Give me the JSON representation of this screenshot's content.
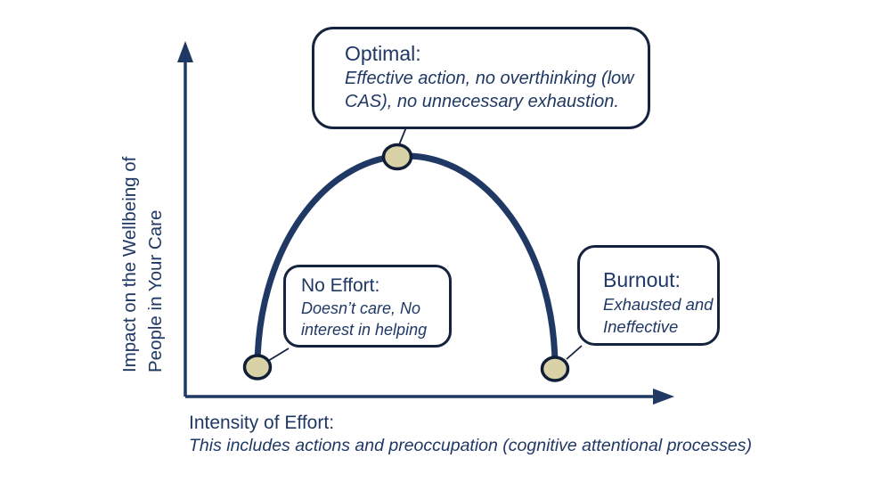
{
  "colors": {
    "navy_text": "#1f3864",
    "line": "#203864",
    "border": "#16233f",
    "marker_fill": "#d8d2a6",
    "marker_stroke": "#101e38",
    "background": "#ffffff"
  },
  "y_axis": {
    "label_line1": "Impact on the Wellbeing of",
    "label_line2": "People in Your Care"
  },
  "x_axis": {
    "label_title": "Intensity of Effort:",
    "label_subtitle": "This includes actions and preoccupation (cognitive attentional processes)"
  },
  "callouts": {
    "optimal": {
      "title": "Optimal:",
      "line1": "Effective action, no overthinking (low",
      "line2": "CAS), no unnecessary exhaustion."
    },
    "no_effort": {
      "title": "No Effort:",
      "line1": "Doesn’t care, No",
      "line2": "interest in helping"
    },
    "burnout": {
      "title": "Burnout:",
      "line1": "Exhausted and",
      "line2": "Ineffective"
    }
  },
  "chart_data": {
    "type": "line",
    "title": "",
    "xlabel": "Intensity of Effort: This includes actions and preoccupation (cognitive attentional processes)",
    "ylabel": "Impact on the Wellbeing of People in Your Care",
    "curve_shape": "inverted-U",
    "axes_have_tick_labels": false,
    "points": [
      {
        "label": "No Effort",
        "x": "low",
        "y": "low",
        "note": "Doesn’t care, No interest in helping"
      },
      {
        "label": "Optimal",
        "x": "medium",
        "y": "high",
        "note": "Effective action, no overthinking (low CAS), no unnecessary exhaustion."
      },
      {
        "label": "Burnout",
        "x": "high",
        "y": "low",
        "note": "Exhausted and Ineffective"
      }
    ]
  }
}
